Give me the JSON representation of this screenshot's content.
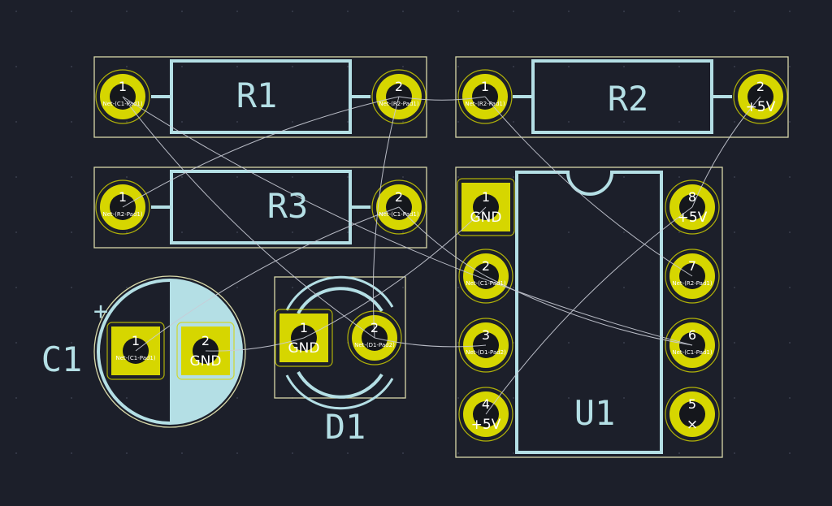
{
  "board": {
    "background": "#1c1f2a",
    "colors": {
      "silkscreen": "#b4dfe5",
      "courtyard": "#d8d8a8",
      "pad": "#d6d600",
      "drill": "#15171c",
      "ratsnest": "#c9ccd6",
      "pad_text": "#ffffff",
      "cap_fill": "#b4dfe5"
    }
  },
  "components": {
    "R1": {
      "ref": "R1",
      "pads": [
        {
          "num": "1",
          "net": "Net-(C1-Pad1)"
        },
        {
          "num": "2",
          "net": "Net-(R2-Pad1)"
        }
      ]
    },
    "R2": {
      "ref": "R2",
      "pads": [
        {
          "num": "1",
          "net": "Net-(R2-Pad1)"
        },
        {
          "num": "2",
          "net": "+5V"
        }
      ]
    },
    "R3": {
      "ref": "R3",
      "pads": [
        {
          "num": "1",
          "net": "Net-(R2-Pad1)"
        },
        {
          "num": "2",
          "net": "Net-(C1-Pad1)"
        }
      ]
    },
    "C1": {
      "ref": "C1",
      "plus": "+",
      "pads": [
        {
          "num": "1",
          "net": "Net-(C1-Pad1)"
        },
        {
          "num": "2",
          "net": "GND"
        }
      ]
    },
    "D1": {
      "ref": "D1",
      "pads": [
        {
          "num": "1",
          "net": "GND"
        },
        {
          "num": "2",
          "net": "Net-(D1-Pad2)"
        }
      ]
    },
    "U1": {
      "ref": "U1",
      "pads": [
        {
          "num": "1",
          "net": "GND"
        },
        {
          "num": "2",
          "net": "Net-(C1-Pad1)"
        },
        {
          "num": "3",
          "net": "Net-(D1-Pad2)"
        },
        {
          "num": "4",
          "net": "+5V"
        },
        {
          "num": "5",
          "net": "×"
        },
        {
          "num": "6",
          "net": "Net-(C1-Pad1)"
        },
        {
          "num": "7",
          "net": "Net-(R2-Pad1)"
        },
        {
          "num": "8",
          "net": "+5V"
        }
      ]
    }
  }
}
